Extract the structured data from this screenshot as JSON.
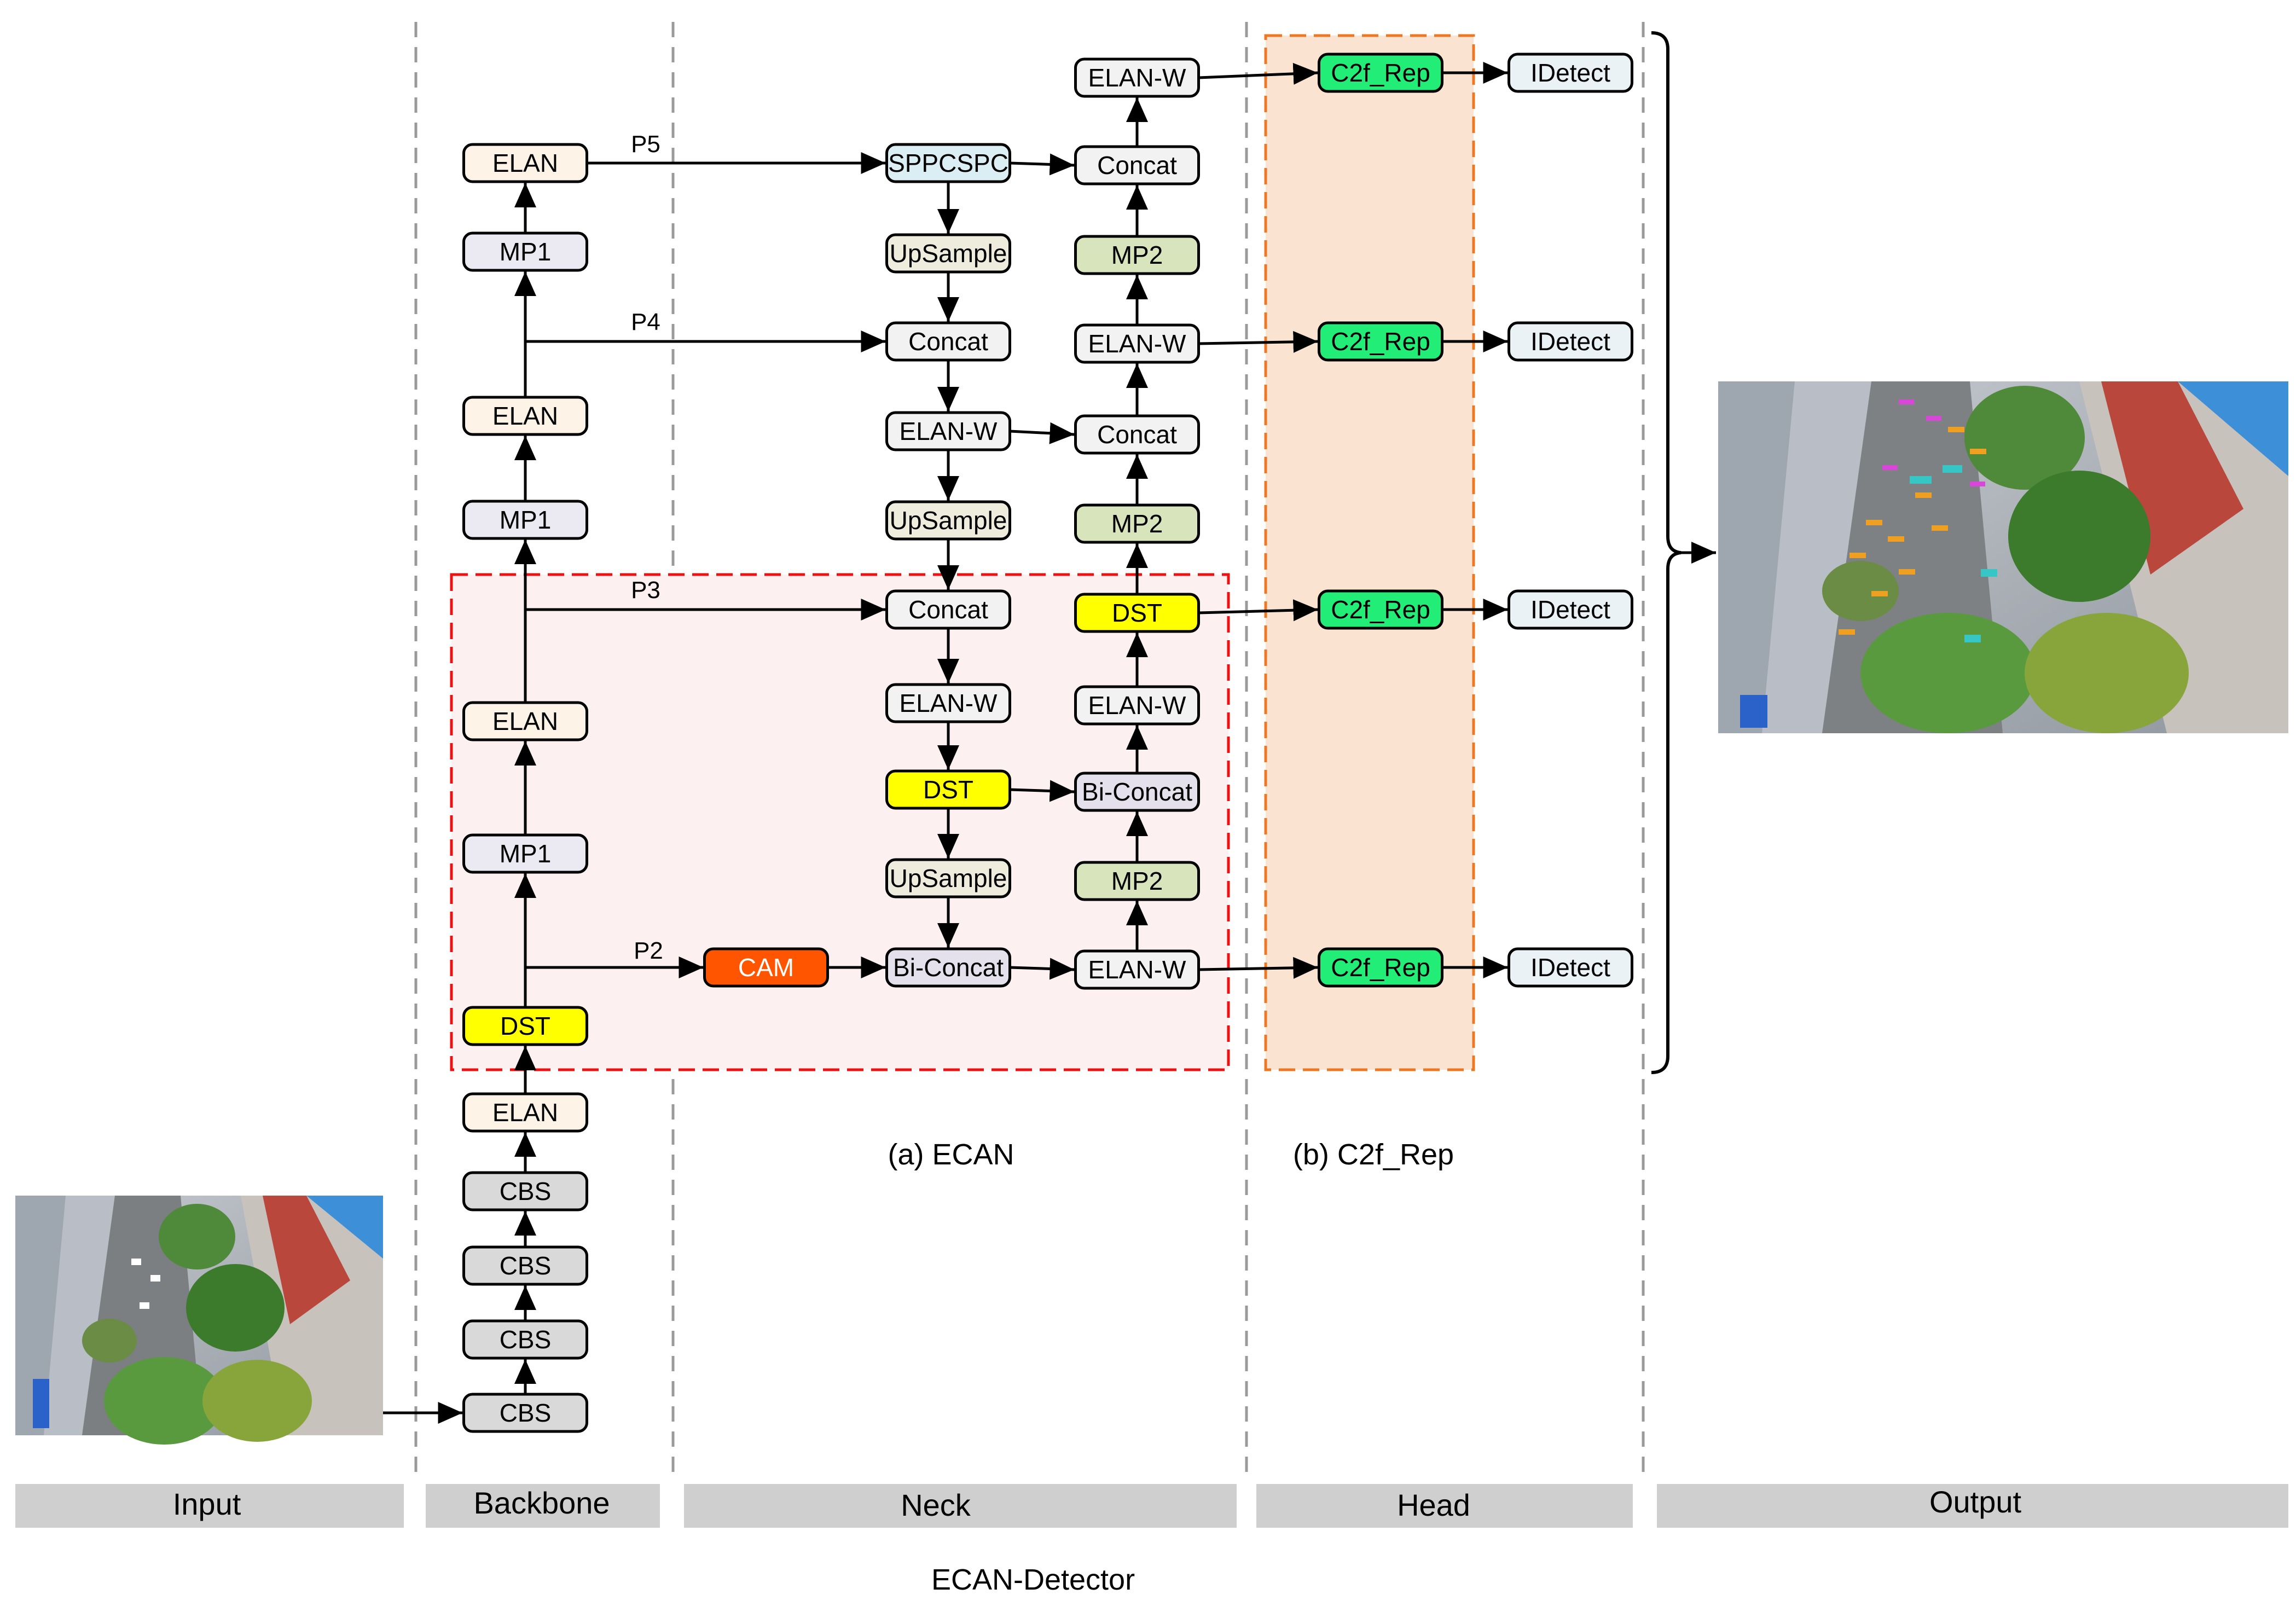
{
  "title": "ECAN-Detector",
  "sections": {
    "input": "Input",
    "backbone": "Backbone",
    "neck": "Neck",
    "head": "Head",
    "output": "Output"
  },
  "captions": {
    "ecan": "(a) ECAN",
    "c2f_rep": "(b) C2f_Rep"
  },
  "backbone": {
    "cbs_1": "CBS",
    "cbs_2": "CBS",
    "cbs_3": "CBS",
    "cbs_4": "CBS",
    "elan_1": "ELAN",
    "dst": "DST",
    "mp1_1": "MP1",
    "elan_2": "ELAN",
    "mp1_2": "MP1",
    "elan_3": "ELAN",
    "mp1_3": "MP1",
    "elan_4": "ELAN"
  },
  "neck": {
    "sppcspc": "SPPCSPC",
    "upsample_1": "UpSample",
    "concat_1": "Concat",
    "elan_w_1": "ELAN-W",
    "upsample_2": "UpSample",
    "concat_2": "Concat",
    "elan_w_2": "ELAN-W",
    "dst_1": "DST",
    "upsample_3": "UpSample",
    "cam": "CAM",
    "bi_concat_1": "Bi-Concat",
    "elan_w_3": "ELAN-W",
    "mp2_1": "MP2",
    "bi_concat_2": "Bi-Concat",
    "elan_w_4": "ELAN-W",
    "dst_2": "DST",
    "mp2_2": "MP2",
    "concat_3": "Concat",
    "elan_w_5": "ELAN-W",
    "mp2_3": "MP2",
    "concat_4": "Concat",
    "elan_w_6": "ELAN-W"
  },
  "head": {
    "c2f_rep_1": "C2f_Rep",
    "c2f_rep_2": "C2f_Rep",
    "c2f_rep_3": "C2f_Rep",
    "c2f_rep_4": "C2f_Rep",
    "idetect_1": "IDetect",
    "idetect_2": "IDetect",
    "idetect_3": "IDetect",
    "idetect_4": "IDetect"
  },
  "edge_labels": {
    "p5": "P5",
    "p4": "P4",
    "p3": "P3",
    "p2": "P2"
  },
  "colors": {
    "cbs": "#d9d9d9",
    "elan": "#fdf3e6",
    "mp1": "#ebe9f2",
    "dst": "#ffff00",
    "sppcspc": "#daeef3",
    "upsample": "#eeecdc",
    "concat": "#f2f2f2",
    "mp2": "#d8e4bc",
    "bi_concat": "#e4e0ec",
    "cam": "#ff5500",
    "c2f_rep": "#22ee77",
    "idetect": "#eaf2f6",
    "ecan_region": "#ee1111",
    "head_region": "#ee7722"
  }
}
